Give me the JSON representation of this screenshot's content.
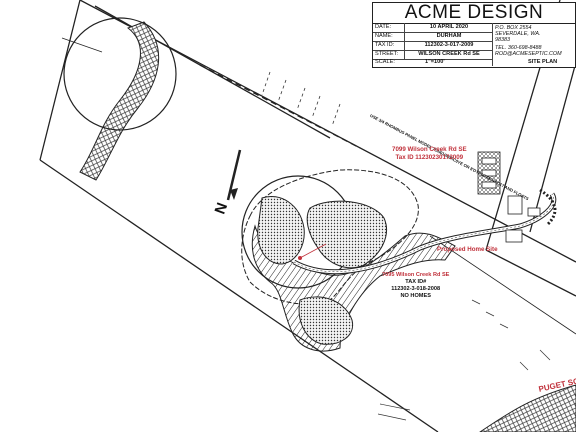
{
  "title_block": {
    "company": "ACME DESIGN",
    "rows": [
      {
        "key": "DATE:",
        "value": "10 APRIL 2020"
      },
      {
        "key": "NAME:",
        "value": "DURHAM"
      },
      {
        "key": "TAX ID:",
        "value": "112302-3-017-2009"
      },
      {
        "key": "STREET:",
        "value": "WILSON CREEK Rd SE"
      }
    ],
    "address": [
      "P.O. BOX 2554",
      "SEVERDALE, WA.",
      "98383"
    ],
    "tel": "TEL. 360-698-8488",
    "email": "ROD@ACMESEPTIC.COM",
    "scale_key": "SCALE:",
    "scale_value": "1\"=100'",
    "sheet": "SITE PLAN"
  },
  "parcel_north": {
    "line1": "7099 Wilson Creek Rd SE",
    "line2": "Tax ID 11230230172009"
  },
  "parcel_south": {
    "line1": "7095 Wilson Creek Rd SE",
    "line2": "TAX ID#",
    "line3": "112302-3-018-2008",
    "line4": "NO HOMES"
  },
  "proposed_home": "Proposed Home Site",
  "sound_label": "PUGET SOUND",
  "north_arrow": "N",
  "note_text": "USE 3/4 RHOMBUS PANEL MODEL 7DN01040AC0YE OR 8'DYRM74804AC17 AND FLOATS",
  "colors": {
    "accent_red": "#c0303a",
    "line": "#222222"
  }
}
